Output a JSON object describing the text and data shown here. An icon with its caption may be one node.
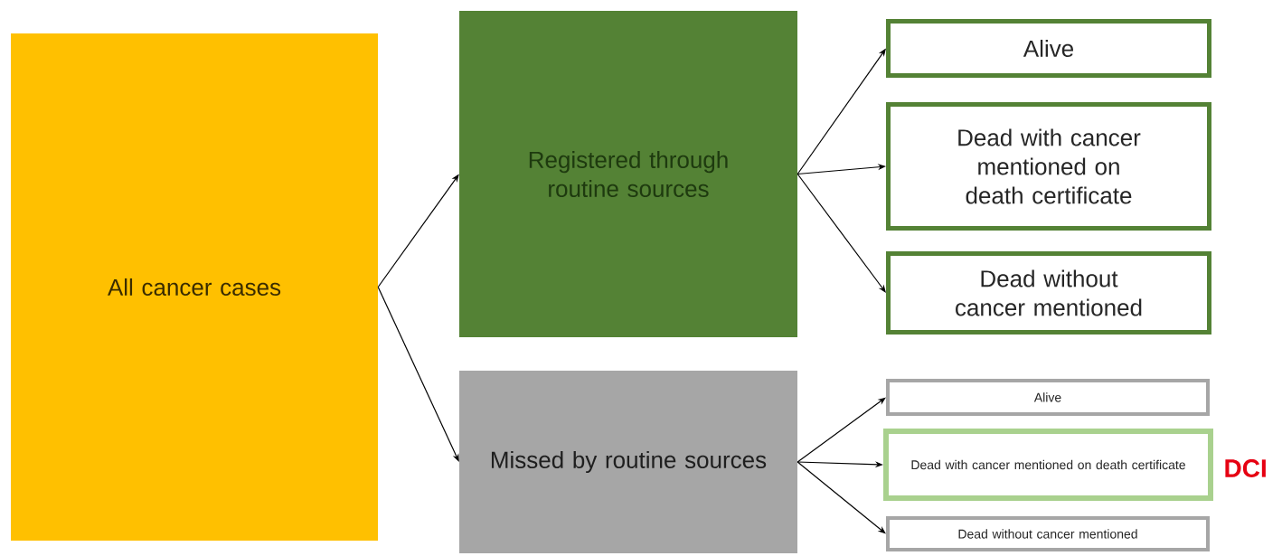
{
  "diagram": {
    "nodes": [
      {
        "text": [
          "All cancer cases"
        ]
      },
      {
        "text": [
          "Registered through routine sources"
        ]
      },
      {
        "text": [
          "Missed by routine sources"
        ]
      },
      {
        "text": [
          "Alive"
        ]
      },
      {
        "text": [
          "Dead with cancer mentioned on death certificate"
        ]
      },
      {
        "text": [
          "Dead without cancer mentioned"
        ]
      },
      {
        "text": [
          "Alive"
        ]
      },
      {
        "text": [
          "Dead with cancer mentioned on death certificate"
        ],
        "beside": [
          "DCI"
        ]
      },
      {
        "text": [
          "Dead without cancer mentioned"
        ]
      }
    ],
    "edges": [
      {
        "from": 0,
        "to": 1,
        "arrow": "to"
      },
      {
        "from": 0,
        "to": 2,
        "arrow": "to"
      },
      {
        "from": 1,
        "to": 3,
        "arrow": "to"
      },
      {
        "from": 1,
        "to": 4,
        "arrow": "to"
      },
      {
        "from": 1,
        "to": 5,
        "arrow": "to"
      },
      {
        "from": 2,
        "to": 6,
        "arrow": "to"
      },
      {
        "from": 2,
        "to": 7,
        "arrow": "to"
      },
      {
        "from": 2,
        "to": 8,
        "arrow": "to"
      }
    ]
  }
}
